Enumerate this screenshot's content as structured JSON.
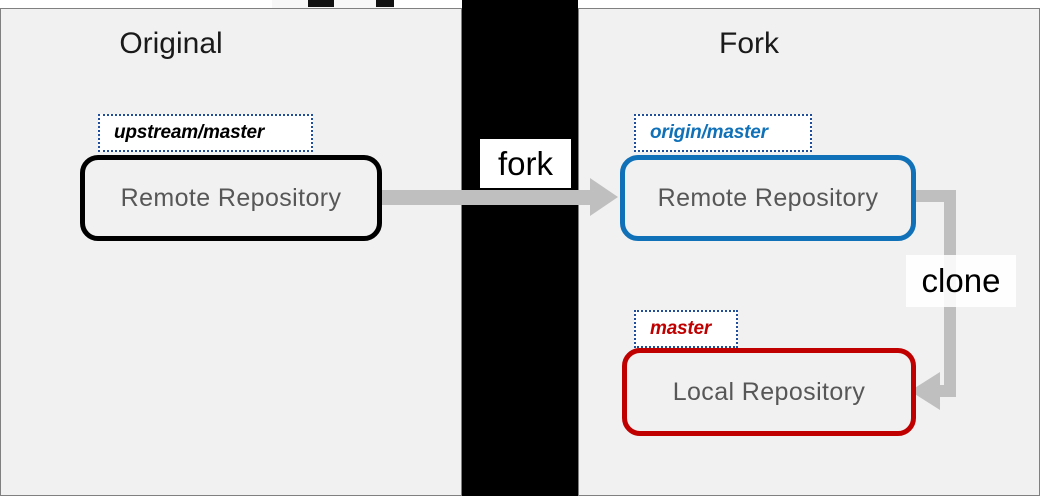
{
  "diagram": {
    "panels": [
      {
        "id": "original",
        "title": "Original"
      },
      {
        "id": "fork",
        "title": "Fork"
      }
    ],
    "boxes": [
      {
        "id": "upstream-remote",
        "label": "Remote Repository",
        "border_color": "#000000",
        "tag": "upstream/master",
        "tag_color": "#000000"
      },
      {
        "id": "origin-remote",
        "label": "Remote Repository",
        "border_color": "#1071B8",
        "tag": "origin/master",
        "tag_color": "#1071B8"
      },
      {
        "id": "local-repo",
        "label": "Local Repository",
        "border_color": "#C00000",
        "tag": "master",
        "tag_color": "#C00000"
      }
    ],
    "actions": [
      {
        "id": "fork",
        "label": "fork"
      },
      {
        "id": "clone",
        "label": "clone"
      }
    ],
    "colors": {
      "panel_background": "#f1f1f1",
      "panel_border": "#808080",
      "divider": "#000000",
      "arrow": "#BFBFBF",
      "box_text": "#575757",
      "tag_border": "#1F4E9C",
      "blue": "#1071B8",
      "red": "#C00000"
    }
  }
}
